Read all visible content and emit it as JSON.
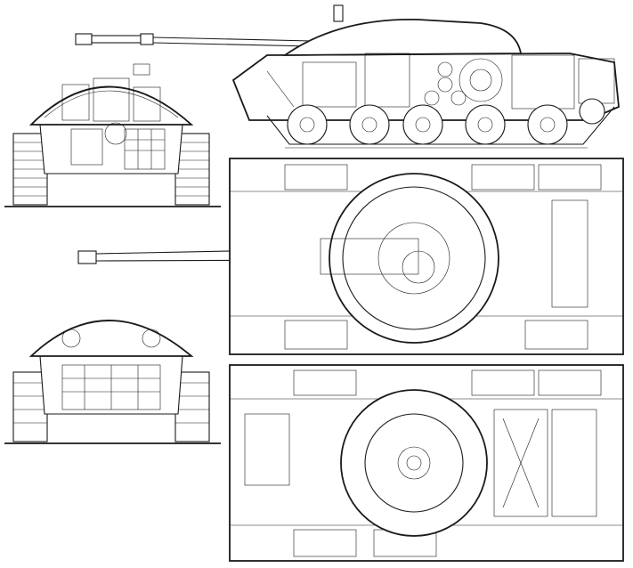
{
  "drawing": {
    "line_color": "#1a1a1a",
    "paper_color": "#ffffff",
    "views": [
      {
        "id": "side-cutaway"
      },
      {
        "id": "front-cutaway"
      },
      {
        "id": "top-cutaway"
      },
      {
        "id": "rear-cutaway"
      },
      {
        "id": "hull-plan-section"
      }
    ]
  }
}
